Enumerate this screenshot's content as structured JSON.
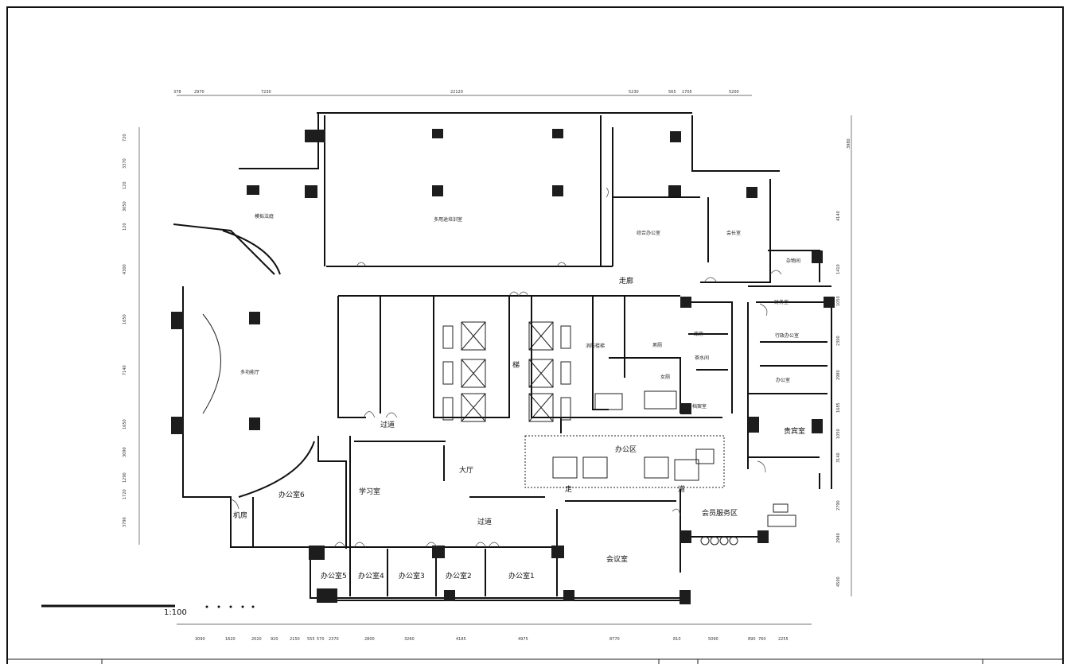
{
  "rooms": {
    "multi_training": "多用途培训室",
    "mock_court": "模拟法庭",
    "multi_hall": "多功能厅",
    "general_office": "综合办公室",
    "president_room": "会长室",
    "storage": "杂物间",
    "finance": "财务室",
    "admin_office": "行政办公室",
    "office_small": "办公室",
    "vip_room": "贵宾室",
    "corridor_top": "走廊",
    "fire_stair": "消防楼梯",
    "male_wc": "男厕",
    "female_wc": "女厕",
    "warehouse": "库房",
    "pantry": "茶水间",
    "archive": "档案室",
    "stair": "梯",
    "passage_left": "过道",
    "lobby": "大厅",
    "office_area": "办公区",
    "corridor_char_1": "走",
    "corridor_char_2": "道",
    "study_room": "学习室",
    "office6": "办公室6",
    "machine_room": "机房",
    "passage_bottom": "过道",
    "member_service": "会员服务区",
    "meeting_room": "会议室",
    "office5": "办公室5",
    "office4": "办公室4",
    "office3": "办公室3",
    "office2": "办公室2",
    "office1": "办公室1"
  },
  "dimensions": {
    "top": [
      "378",
      "2970",
      "7230",
      "22120",
      "5230",
      "565",
      "1705",
      "5200"
    ],
    "bottom": [
      "3090",
      "1620",
      "2020",
      "920",
      "2150",
      "555",
      "570",
      "2370",
      "2800",
      "3260",
      "4185",
      "4975",
      "8770",
      "810",
      "5090",
      "890",
      "760",
      "2255"
    ],
    "left": [
      "720",
      "3370",
      "120",
      "3050",
      "120",
      "4300",
      "1650",
      "7140",
      "1650",
      "3090",
      "1290",
      "1720",
      "3790"
    ],
    "right": [
      "3980",
      "4140",
      "1410",
      "1050",
      "2300",
      "2980",
      "1685",
      "1050",
      "3140",
      "2790",
      "2940",
      "4500"
    ]
  },
  "scale": {
    "label": "1:100"
  }
}
